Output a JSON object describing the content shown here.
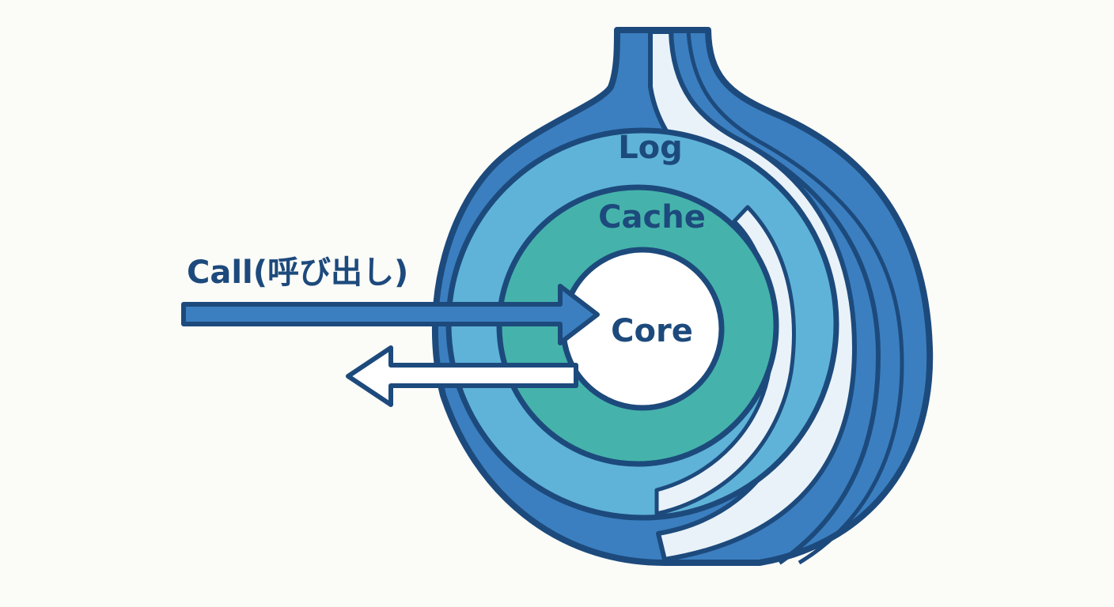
{
  "diagram": {
    "layers": {
      "log": "Log",
      "cache": "Cache",
      "core": "Core"
    },
    "call_label": "Call(呼び出し)"
  },
  "colors": {
    "outline": "#1d4a7c",
    "skin_dark": "#3b7fc0",
    "skin_light": "#e9f2f8",
    "log_layer": "#5fb3d8",
    "cache_layer": "#45b3ab",
    "core": "#ffffff",
    "background": "#fbfbf8"
  }
}
